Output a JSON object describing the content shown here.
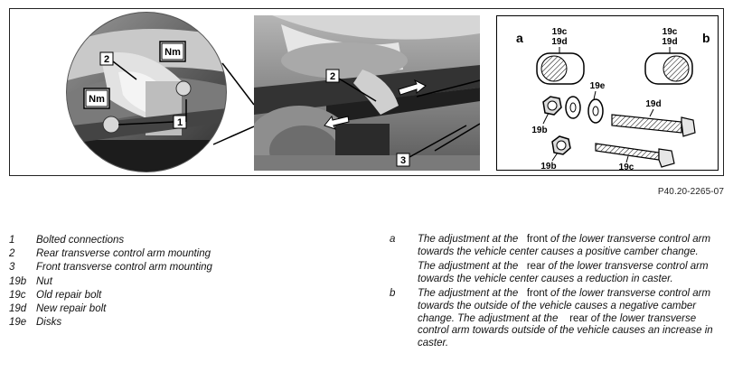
{
  "figure": {
    "code": "P40.20-2265-07",
    "left_photo": {
      "callouts": [
        "2",
        "1"
      ],
      "torque_badges": [
        "Nm",
        "Nm"
      ]
    },
    "middle_photo": {
      "callouts": [
        "2",
        "3"
      ]
    },
    "parts_diagram": {
      "label_a": "a",
      "label_b": "b",
      "washer_a_top": "19c",
      "washer_a_bottom": "19d",
      "washer_b_top": "19c",
      "washer_b_bottom": "19d",
      "nut_label": "19b",
      "disk_label": "19e",
      "new_bolt_label": "19d",
      "nut2_label": "19b",
      "old_bolt_label": "19c"
    }
  },
  "legend": [
    {
      "key": "1",
      "text": "Bolted connections"
    },
    {
      "key": "2",
      "text": "Rear transverse control arm mounting"
    },
    {
      "key": "3",
      "text": "Front transverse control arm mounting"
    },
    {
      "key": "19b",
      "text": "Nut"
    },
    {
      "key": "19c",
      "text": "Old repair bolt"
    },
    {
      "key": "19d",
      "text": "New repair bolt"
    },
    {
      "key": "19e",
      "text": "Disks"
    }
  ],
  "notes": {
    "a": {
      "key": "a",
      "p1_pre": "The adjustment at the",
      "p1_hl": "front",
      "p1_post": "of the lower transverse control arm towards the vehicle center causes a positive camber change.",
      "p2_pre": "The adjustment at the",
      "p2_hl": "rear",
      "p2_post": "of the lower transverse control arm towards the vehicle center causes a reduction in caster."
    },
    "b": {
      "key": "b",
      "pre": "The adjustment at the",
      "hl1": "front",
      "mid": "of the lower transverse control arm towards the outside of the vehicle causes a negative camber change. The adjustment at the",
      "hl2": "rear",
      "post": "of the lower transverse control arm towards outside of the vehicle causes an increase in caster."
    }
  }
}
